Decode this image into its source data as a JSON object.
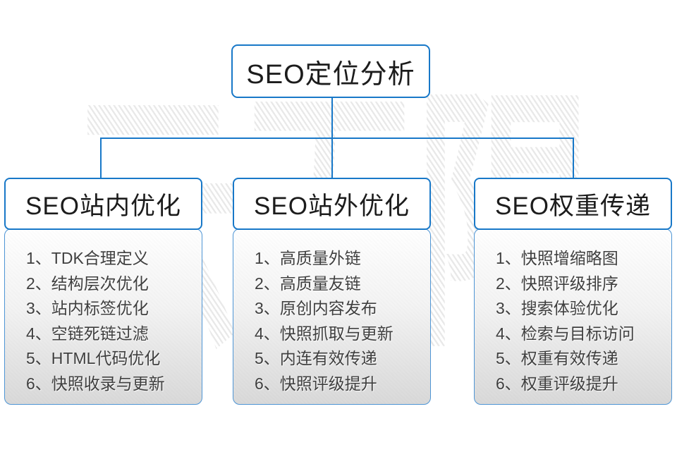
{
  "colors": {
    "accent_blue": "#1878c8",
    "panel_border": "#4e95d5",
    "panel_top": "#ffffff",
    "panel_bottom": "#d9d9d9",
    "title_text": "#1c1c1c",
    "item_text": "#3f3f3f",
    "watermark_stripe": "#e9e9e9"
  },
  "watermark": {
    "text": "云无限"
  },
  "root_node": {
    "title": "SEO定位分析"
  },
  "columns": [
    {
      "title": "SEO站内优化",
      "items": [
        "1、TDK合理定义",
        "2、结构层次优化",
        "3、站内标签优化",
        "4、空链死链过滤",
        "5、HTML代码优化",
        "6、快照收录与更新"
      ]
    },
    {
      "title": "SEO站外优化",
      "items": [
        "1、高质量外链",
        "2、高质量友链",
        "3、原创内容发布",
        "4、快照抓取与更新",
        "5、内连有效传递",
        "6、快照评级提升"
      ]
    },
    {
      "title": "SEO权重传递",
      "items": [
        "1、快照增缩略图",
        "2、快照评级排序",
        "3、搜索体验优化",
        "4、检索与目标访问",
        "5、权重有效传递",
        "6、权重评级提升"
      ]
    }
  ]
}
